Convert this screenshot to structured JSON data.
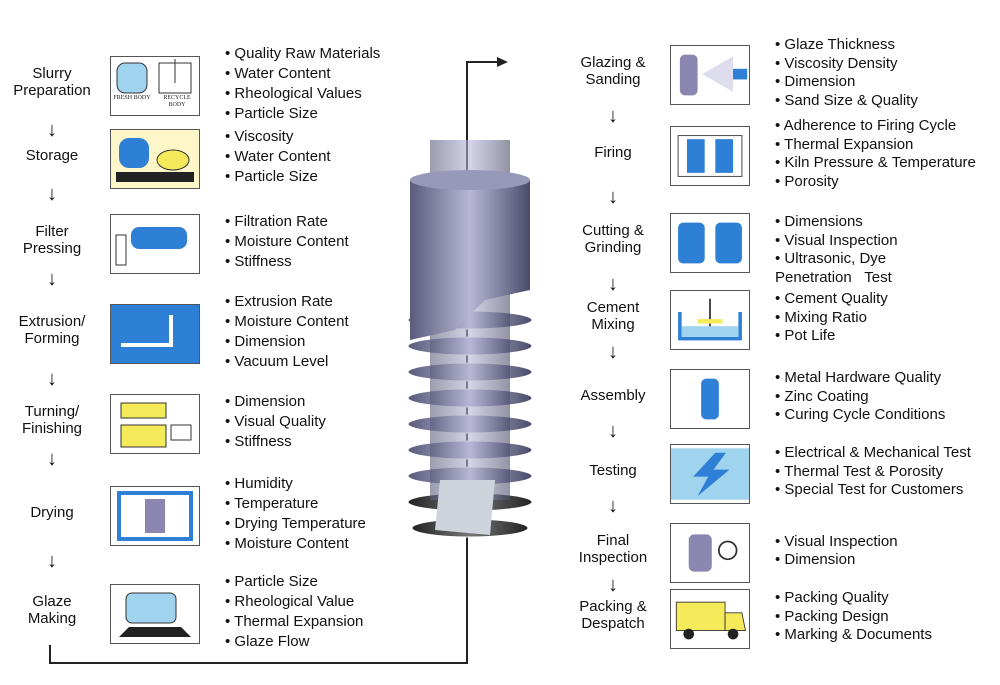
{
  "left": [
    {
      "label": "Slurry\nPreparation",
      "icon": "slurry-tanks-icon",
      "icon_text": [
        "FRESH BODY",
        "RECYCLE BODY"
      ],
      "bullets": [
        "Quality Raw Materials",
        "Water Content",
        "Rheological Values",
        "Particle Size"
      ]
    },
    {
      "label": "Storage",
      "icon": "storage-tanks-icon",
      "bullets": [
        "Viscosity",
        "Water Content",
        "Particle Size"
      ]
    },
    {
      "label": "Filter\nPressing",
      "icon": "filter-press-icon",
      "bullets": [
        "Filtration Rate",
        "Moisture Content",
        "Stiffness"
      ]
    },
    {
      "label": "Extrusion/\nForming",
      "icon": "extruder-icon",
      "bullets": [
        "Extrusion Rate",
        "Moisture Content",
        "Dimension",
        "Vacuum Level"
      ]
    },
    {
      "label": "Turning/\nFinishing",
      "icon": "lathe-icon",
      "bullets": [
        "Dimension",
        "Visual Quality",
        "Stiffness"
      ]
    },
    {
      "label": "Drying",
      "icon": "dryer-icon",
      "bullets": [
        "Humidity",
        "Temperature",
        "Drying Temperature",
        "Moisture Content"
      ]
    },
    {
      "label": "Glaze\nMaking",
      "icon": "glaze-tank-icon",
      "bullets": [
        "Particle Size",
        "Rheological Value",
        "Thermal Expansion",
        "Glaze Flow"
      ]
    }
  ],
  "right": [
    {
      "label": "Glazing &\nSanding",
      "icon": "glaze-spray-icon",
      "bullets": [
        "Glaze Thickness",
        "Viscosity Density",
        "Dimension",
        "Sand Size & Quality"
      ]
    },
    {
      "label": "Firing",
      "icon": "kiln-icon",
      "bullets": [
        "Adherence to Firing Cycle",
        "Thermal Expansion",
        "Kiln Pressure & Temperature",
        "Porosity"
      ]
    },
    {
      "label": "Cutting &\nGrinding",
      "icon": "grinding-icon",
      "bullets": [
        "Dimensions",
        "Visual Inspection",
        "Ultrasonic, Dye Penetration   Test"
      ]
    },
    {
      "label": "Cement\nMixing",
      "icon": "mixer-icon",
      "bullets": [
        "Cement Quality",
        "Mixing Ratio",
        "Pot Life"
      ]
    },
    {
      "label": "Assembly",
      "icon": "assembly-icon",
      "bullets": [
        "Metal Hardware Quality",
        "Zinc Coating",
        "Curing Cycle Conditions"
      ]
    },
    {
      "label": "Testing",
      "icon": "lightning-test-icon",
      "bullets": [
        "Electrical & Mechanical Test",
        "Thermal Test & Porosity",
        "Special Test for Customers"
      ]
    },
    {
      "label": "Final\nInspection",
      "icon": "inspection-icon",
      "bullets": [
        "Visual Inspection",
        "Dimension"
      ]
    },
    {
      "label": "Packing &\nDespatch",
      "icon": "truck-icon",
      "bullets": [
        "Packing Quality",
        "Packing Design",
        "Marking & Documents"
      ]
    }
  ],
  "colors": {
    "blue": "#2e7fd6",
    "light_blue": "#9fd3ee",
    "yellow": "#f5ea5a",
    "purple": "#8b87b0"
  }
}
